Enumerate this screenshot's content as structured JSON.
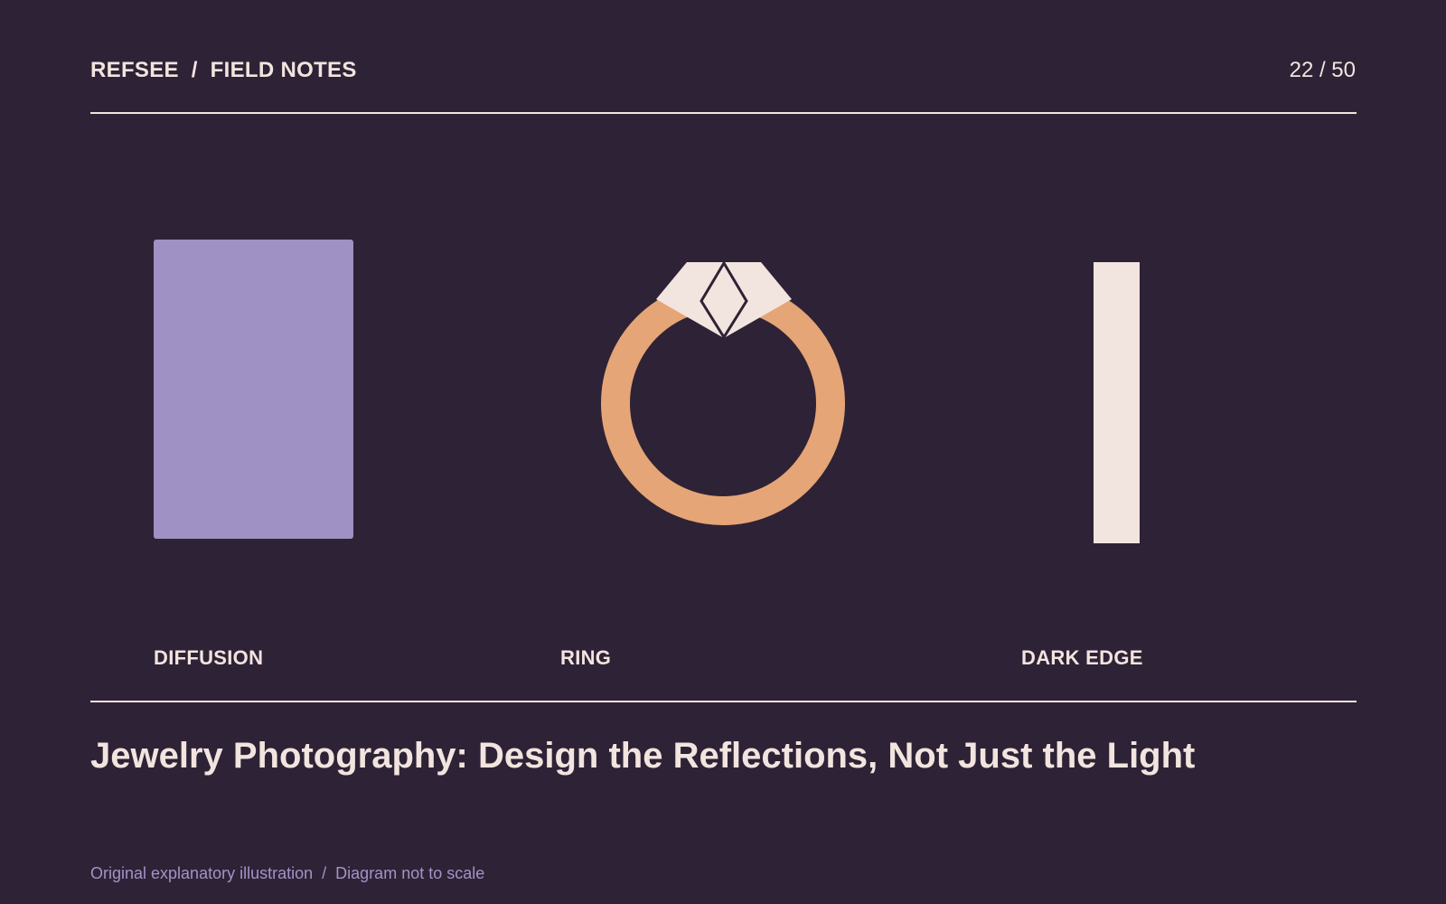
{
  "header": {
    "brand": "REFSEE",
    "separator": "/",
    "section": "FIELD NOTES",
    "page_counter": "22 / 50"
  },
  "diagram": {
    "labels": {
      "diffusion": "DIFFUSION",
      "ring": "RING",
      "dark_edge": "DARK EDGE"
    },
    "colors": {
      "background": "#2e2236",
      "diffusion_panel": "#9f91c3",
      "ring_band": "#e5a576",
      "highlight": "#f2e4de"
    }
  },
  "title": "Jewelry Photography: Design the Reflections, Not Just the Light",
  "footnote": {
    "left": "Original explanatory illustration",
    "separator": "/",
    "right": "Diagram not to scale"
  }
}
